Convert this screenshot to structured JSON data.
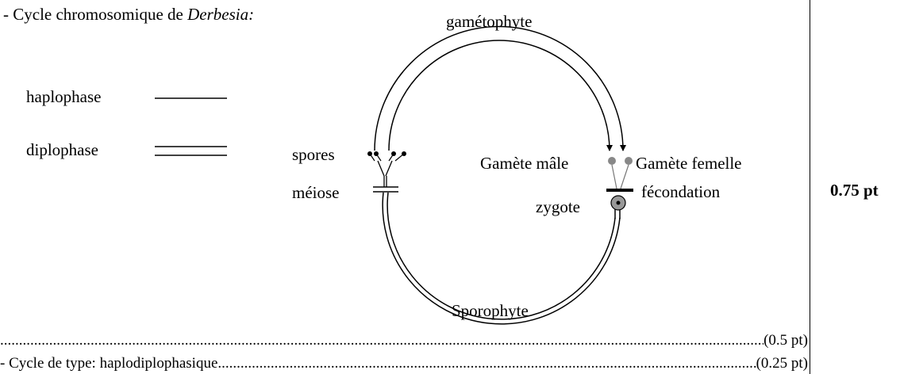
{
  "heading": {
    "prefix": "- Cycle chromosomique de ",
    "species": "Derbesia:"
  },
  "legend": {
    "haplophase": "haplophase",
    "diplophase": "diplophase"
  },
  "labels": {
    "gametophyte": "gamétophyte",
    "sporophyte": "Sporophyte",
    "spores": "spores",
    "meiose": "méiose",
    "gamete_male": "Gamète mâle",
    "gamete_femelle": "Gamète femelle",
    "fecondation": "fécondation",
    "zygote": "zygote"
  },
  "score": "0.75 pt",
  "answer_lines": [
    {
      "text": "",
      "points": "(0.5 pt)"
    },
    {
      "text": "- Cycle de type: haplodiplophasique",
      "points": "(0.25 pt)"
    }
  ]
}
